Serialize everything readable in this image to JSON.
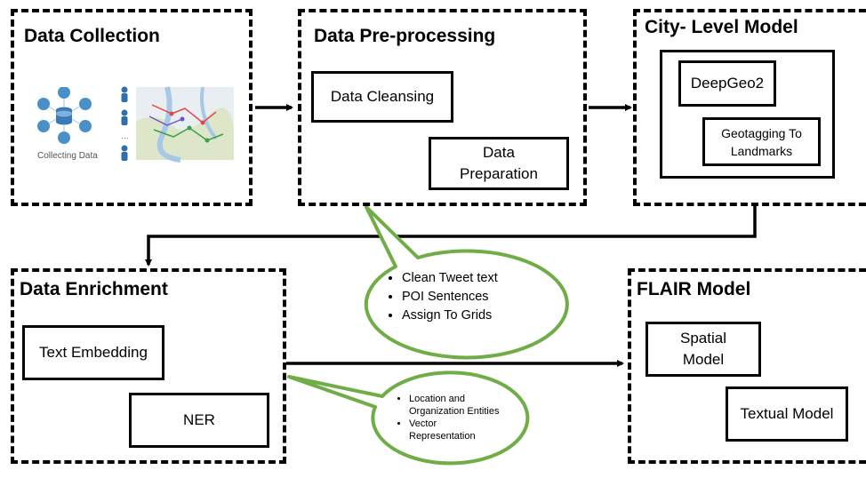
{
  "colors": {
    "bubble_outline": "#70ad47",
    "line": "#000000",
    "twitter": "#4a90c8",
    "person": "#2f6fad"
  },
  "stages": {
    "data_collection": {
      "title": "Data Collection",
      "image_caption": "Collecting Data"
    },
    "preprocessing": {
      "title": "Data Pre-processing",
      "boxes": [
        "Data Cleansing",
        "Data\nPreparation"
      ]
    },
    "city_level": {
      "title": "City- Level Model",
      "boxes": [
        "DeepGeo2",
        "Geotagging To\nLandmarks"
      ]
    },
    "enrichment": {
      "title": "Data Enrichment",
      "boxes": [
        "Text Embedding",
        "NER"
      ]
    },
    "flair": {
      "title": "FLAIR Model",
      "boxes": [
        "Spatial\nModel",
        "Textual Model"
      ]
    }
  },
  "callouts": {
    "preprocessing": [
      "Clean Tweet text",
      "POI Sentences",
      "Assign To Grids"
    ],
    "enrichment": [
      "Location and Organization Entities",
      "Vector Representation"
    ]
  },
  "icons": [
    "twitter-bird-icon",
    "database-icon",
    "person-icon",
    "map-thumbnail"
  ]
}
